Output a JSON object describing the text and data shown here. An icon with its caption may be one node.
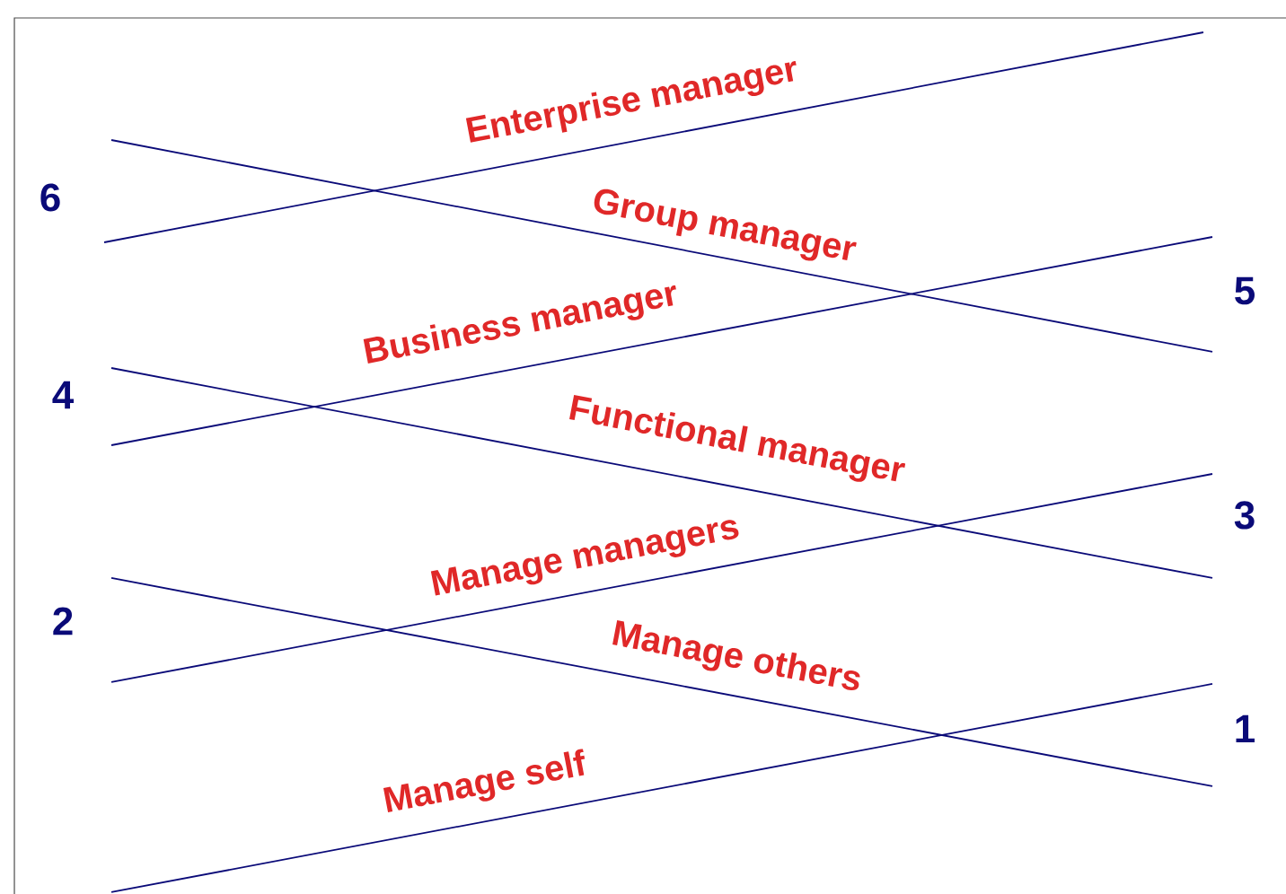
{
  "diagram": {
    "labels": [
      "Enterprise manager",
      "6",
      "Group manager",
      "5",
      "Business manager",
      "4",
      "Functional manager",
      "3",
      "Manage managers",
      "2",
      "Manage others",
      "1",
      "Manage self"
    ]
  }
}
